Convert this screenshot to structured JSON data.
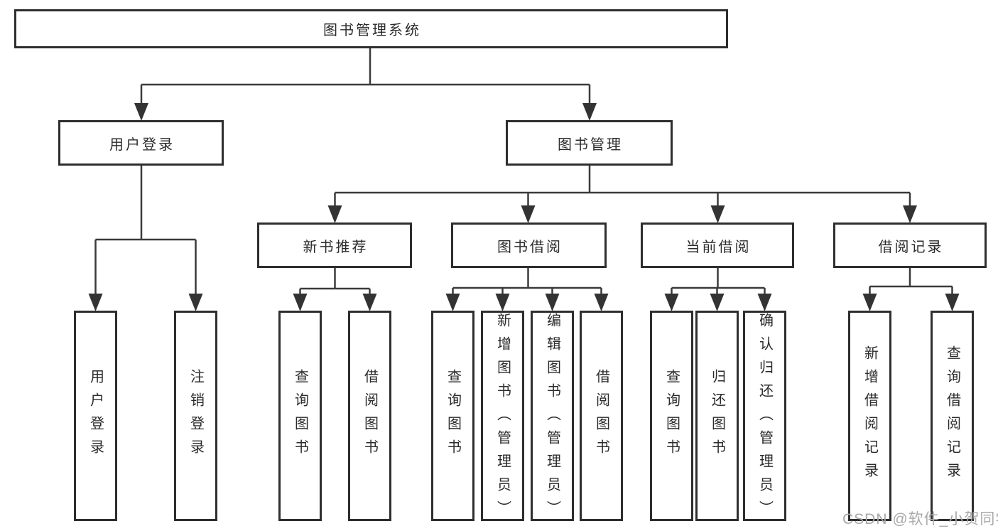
{
  "diagram": {
    "type": "org-tree",
    "root": {
      "label": "图书管理系统",
      "children": [
        {
          "label": "用户登录",
          "children": [
            {
              "label": "用户登录"
            },
            {
              "label": "注销登录"
            }
          ]
        },
        {
          "label": "图书管理",
          "children": [
            {
              "label": "新书推荐",
              "children": [
                {
                  "label": "查询图书"
                },
                {
                  "label": "借阅图书"
                }
              ]
            },
            {
              "label": "图书借阅",
              "children": [
                {
                  "label": "查询图书"
                },
                {
                  "label": "新增图书（管理员）"
                },
                {
                  "label": "编辑图书（管理员）"
                },
                {
                  "label": "借阅图书"
                }
              ]
            },
            {
              "label": "当前借阅",
              "children": [
                {
                  "label": "查询图书"
                },
                {
                  "label": "归还图书"
                },
                {
                  "label": "确认归还（管理员）"
                }
              ]
            },
            {
              "label": "借阅记录",
              "children": [
                {
                  "label": "新增借阅记录"
                },
                {
                  "label": "查询借阅记录"
                }
              ]
            }
          ]
        }
      ]
    }
  },
  "watermark": {
    "text": "CSDN @软件_小贺同学"
  },
  "colors": {
    "background": "#ffffff",
    "box_border": "#2e2e2e",
    "box_fill": "#ffffff",
    "connector_line": "#3a3a3a",
    "arrowhead": "#333333",
    "text": "#2b2b2b",
    "watermark": "#a9a9a9"
  }
}
